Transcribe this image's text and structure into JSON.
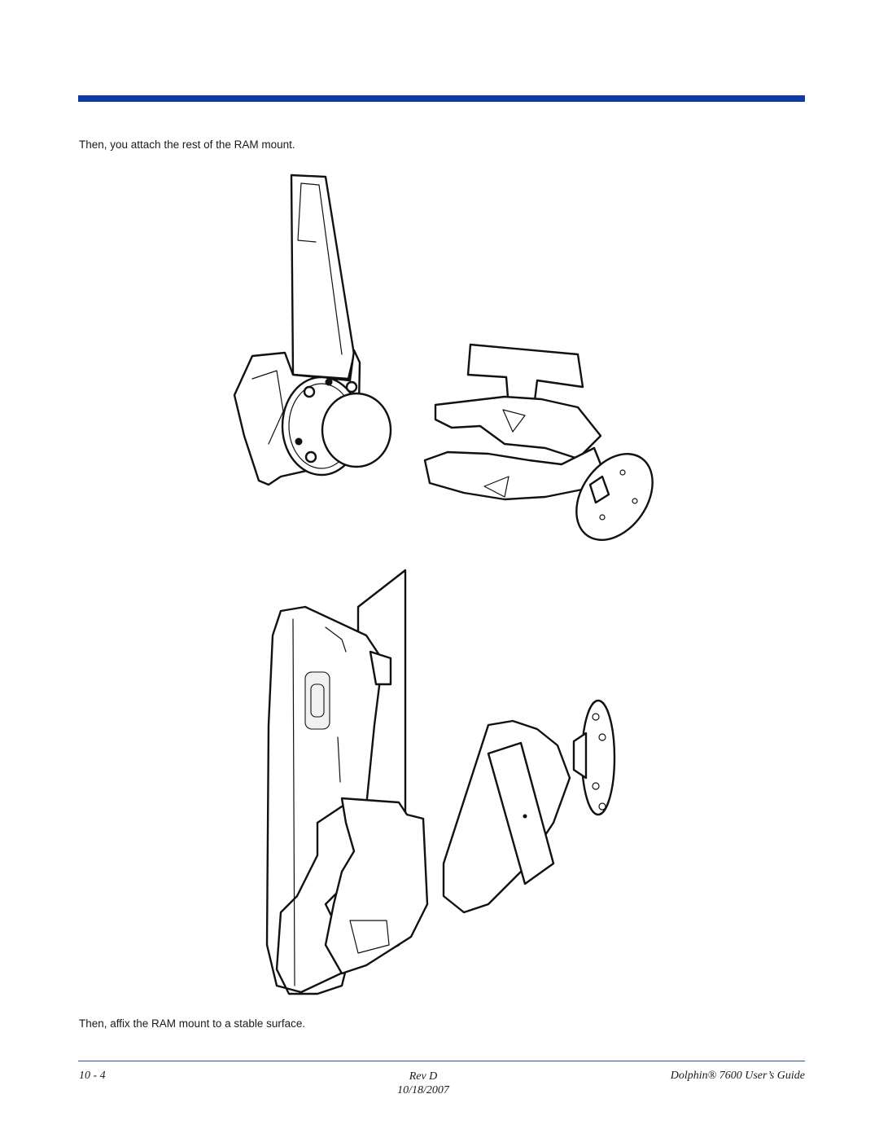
{
  "page": {
    "caption_top": "Then, you attach the rest of the RAM mount.",
    "caption_bottom": "Then, affix the RAM mount to a stable surface."
  },
  "footer": {
    "page_number": "10 - 4",
    "revision": "Rev D",
    "date": "10/18/2007",
    "guide_title": "Dolphin® 7600 User’s Guide"
  },
  "colors": {
    "header_bar": "#0d3aa5",
    "footer_rule": "#2a4fb0"
  }
}
